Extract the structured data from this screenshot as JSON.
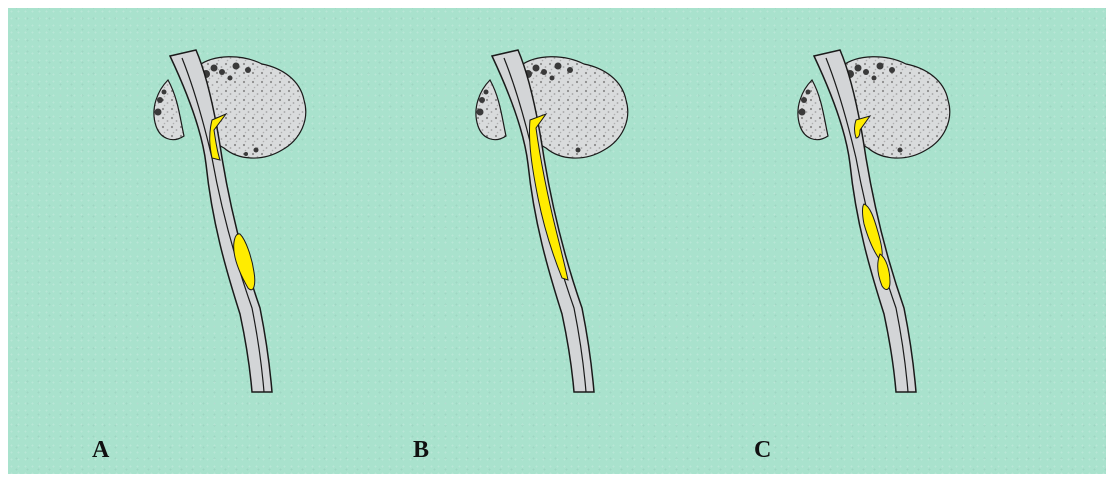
{
  "panels": [
    {
      "label": "A"
    },
    {
      "label": "B"
    },
    {
      "label": "C"
    }
  ],
  "colors": {
    "background": "#a9e2cd",
    "bone": "#d3d5d7",
    "marrow": "#ffec00",
    "outline": "#1a1a1a",
    "tumor_dark": "#3a3a3a"
  }
}
